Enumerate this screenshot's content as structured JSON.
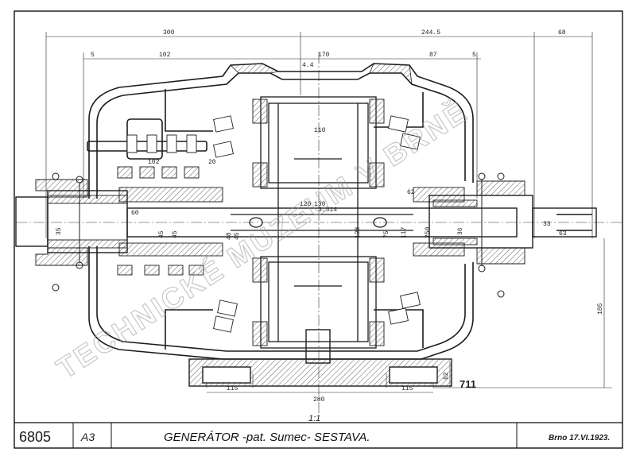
{
  "drawing": {
    "number": "6805",
    "format": "A3",
    "title": "GENERÁTOR -pat. Sumec- SESTAVA.",
    "scale": "1:1",
    "date": "Brno 17.VI.1923.",
    "side_mark": "711",
    "watermark": "TECHNICKÉ MUZEUM V BRNĚ"
  },
  "dimensions": {
    "top": [
      "300",
      "244.5",
      "68"
    ],
    "upper": [
      "102",
      "5",
      "170",
      "87",
      "5",
      "4.4"
    ],
    "bottom": [
      "115",
      "280",
      "115"
    ],
    "right_height": "185",
    "right_small": "62",
    "interior": [
      "110",
      "102",
      "130",
      "120",
      "20",
      "3.514",
      "60",
      "45",
      "45",
      "128",
      "75",
      "117",
      "250",
      "36",
      "33",
      "63",
      "35",
      "45",
      "48",
      "62"
    ]
  },
  "colors": {
    "ink": "#1c1c1c",
    "paper": "#ffffff",
    "hatch": "#3a3a3a"
  }
}
